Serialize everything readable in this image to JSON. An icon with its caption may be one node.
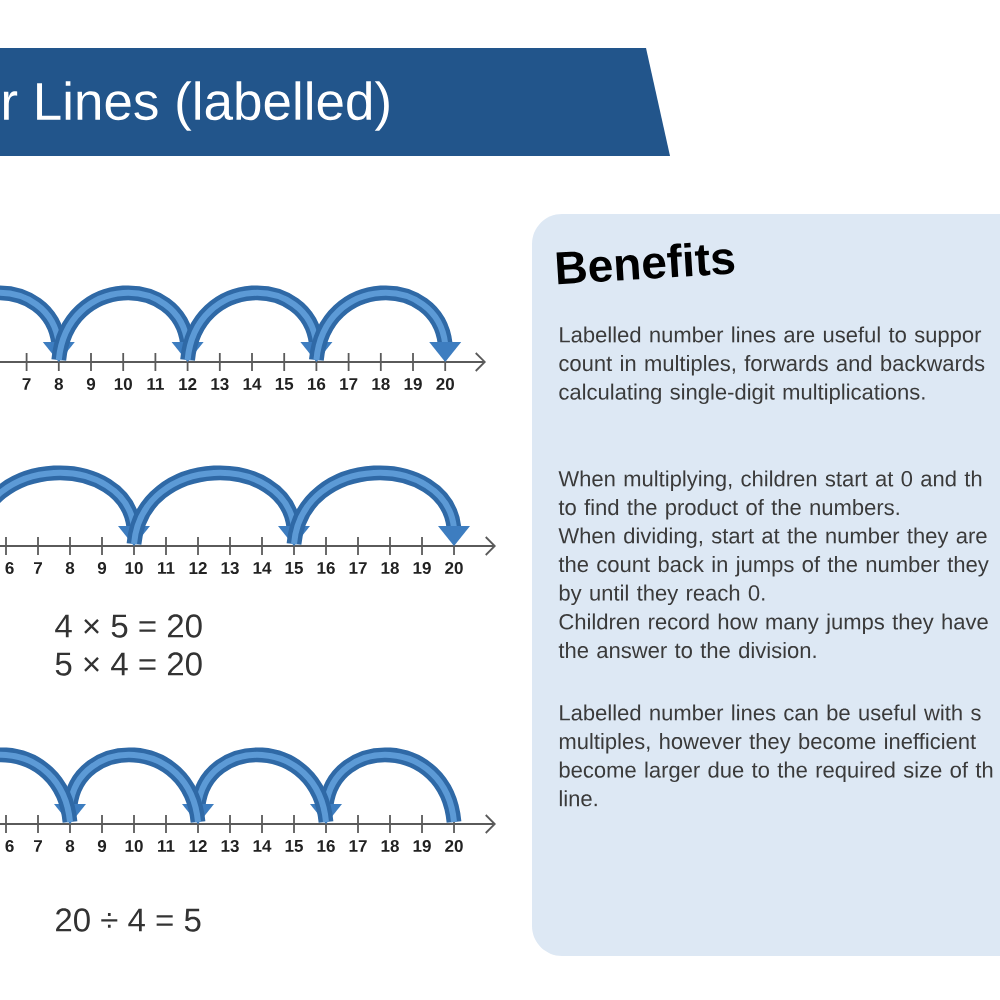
{
  "diagram": {
    "title": "r Lines (labelled)",
    "nodes": [
      {
        "text": [
          "Benefits",
          "Labelled number lines are useful to suppor count in multiples, forwards and backwards calculating single-digit multiplications.",
          "When multiplying, children start at 0 and th to find the product of the numbers.",
          "When dividing, start at the number they are the count back in jumps of the number they by until they reach 0.",
          "Children record how many jumps they have the answer to the division.",
          "Labelled number lines can be useful with s multiples, however they become inefficient become larger due to the required size of th line."
        ]
      }
    ],
    "labels": [
      "7",
      "8",
      "9",
      "10",
      "11",
      "12",
      "13",
      "14",
      "15",
      "16",
      "17",
      "18",
      "19",
      "20",
      "6",
      "7",
      "8",
      "9",
      "10",
      "11",
      "12",
      "13",
      "14",
      "15",
      "16",
      "17",
      "18",
      "19",
      "20",
      "4 × 5 = 20",
      "5 × 4 = 20",
      "6",
      "7",
      "8",
      "9",
      "10",
      "11",
      "12",
      "13",
      "14",
      "15",
      "16",
      "17",
      "18",
      "19",
      "20",
      "20 ÷ 4 = 5"
    ]
  }
}
